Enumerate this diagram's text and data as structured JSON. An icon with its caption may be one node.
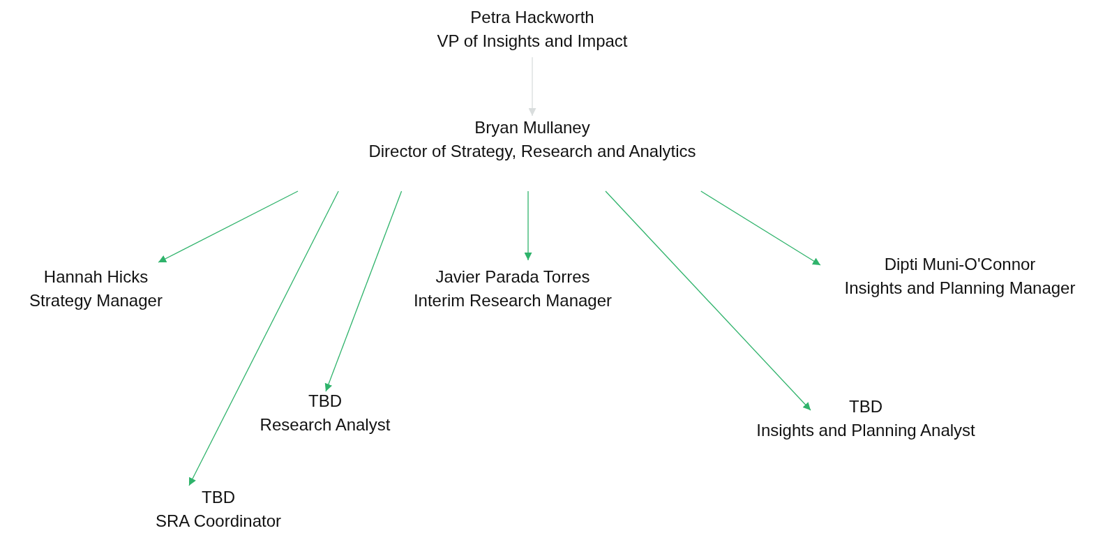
{
  "diagram": {
    "nodes": [
      {
        "text": [
          "Petra Hackworth",
          "VP of Insights and Impact"
        ]
      },
      {
        "text": [
          "Bryan Mullaney",
          "Director of Strategy, Research and Analytics"
        ]
      },
      {
        "text": [
          "Hannah Hicks",
          "Strategy Manager"
        ]
      },
      {
        "text": [
          "TBD",
          "SRA Coordinator"
        ]
      },
      {
        "text": [
          "TBD",
          "Research Analyst"
        ]
      },
      {
        "text": [
          "Javier Parada Torres",
          "Interim Research Manager"
        ]
      },
      {
        "text": [
          "TBD",
          "Insights and Planning Analyst"
        ]
      },
      {
        "text": [
          "Dipti Muni-O'Connor",
          "Insights and Planning Manager"
        ]
      }
    ],
    "edges": [
      {
        "from": 0,
        "to": 1,
        "arrow": "to",
        "color": "#d9dddd"
      },
      {
        "from": 1,
        "to": 2,
        "arrow": "to"
      },
      {
        "from": 1,
        "to": 3,
        "arrow": "to"
      },
      {
        "from": 1,
        "to": 4,
        "arrow": "to"
      },
      {
        "from": 1,
        "to": 5,
        "arrow": "to"
      },
      {
        "from": 1,
        "to": 6,
        "arrow": "to"
      },
      {
        "from": 1,
        "to": 7,
        "arrow": "to"
      }
    ]
  }
}
